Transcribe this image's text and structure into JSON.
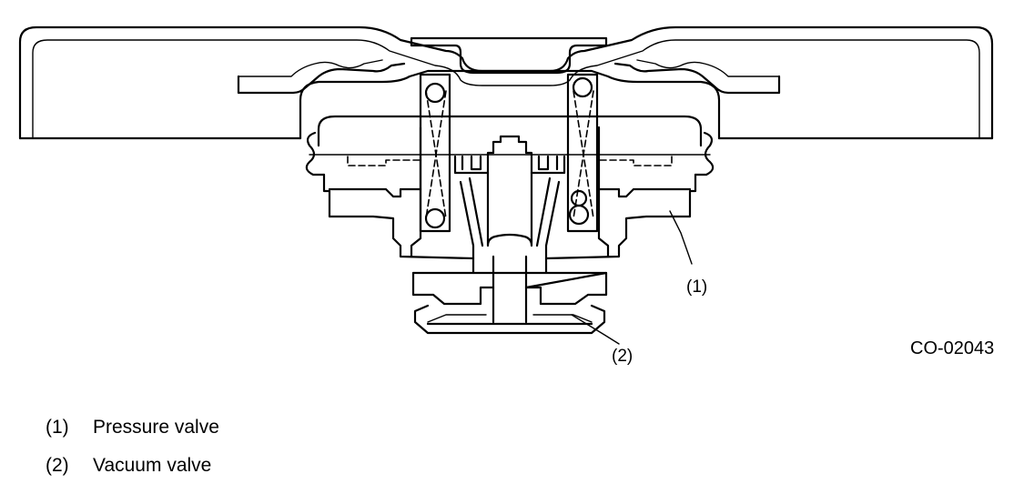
{
  "callouts": [
    {
      "id": "1",
      "text": "(1)"
    },
    {
      "id": "2",
      "text": "(2)"
    }
  ],
  "figure_code": "CO-02043",
  "legend": [
    {
      "number": "(1)",
      "label": "Pressure valve"
    },
    {
      "number": "(2)",
      "label": "Vacuum valve"
    }
  ]
}
